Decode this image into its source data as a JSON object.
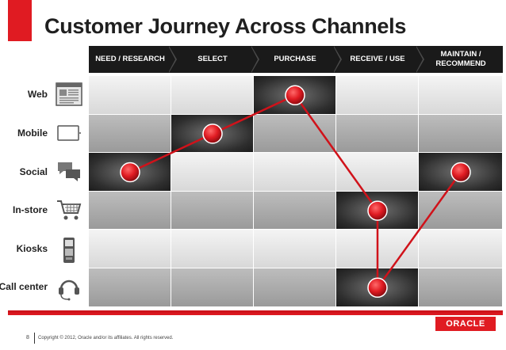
{
  "title": "Customer Journey Across Channels",
  "stages": [
    "NEED / RESEARCH",
    "SELECT",
    "PURCHASE",
    "RECEIVE / USE",
    "MAINTAIN /\nRECOMMEND"
  ],
  "channels": [
    {
      "label": "Web",
      "icon": "web-page-icon"
    },
    {
      "label": "Mobile",
      "icon": "mobile-device-icon"
    },
    {
      "label": "Social",
      "icon": "speech-bubbles-icon"
    },
    {
      "label": "In-store",
      "icon": "shopping-cart-icon"
    },
    {
      "label": "Kiosks",
      "icon": "kiosk-icon"
    },
    {
      "label": "Call center",
      "icon": "headset-icon"
    }
  ],
  "journey_points": [
    {
      "stage": 0,
      "channel": 2
    },
    {
      "stage": 1,
      "channel": 1
    },
    {
      "stage": 2,
      "channel": 0
    },
    {
      "stage": 3,
      "channel": 3
    },
    {
      "stage": 3,
      "channel": 5
    },
    {
      "stage": 4,
      "channel": 2
    }
  ],
  "colors": {
    "accent": "#e01b22",
    "node": "#e01b22",
    "line": "#d0121a"
  },
  "footer": {
    "page": "8",
    "copyright": "Copyright © 2012, Oracle and/or its affiliates. All rights reserved.",
    "logo": "ORACLE"
  }
}
